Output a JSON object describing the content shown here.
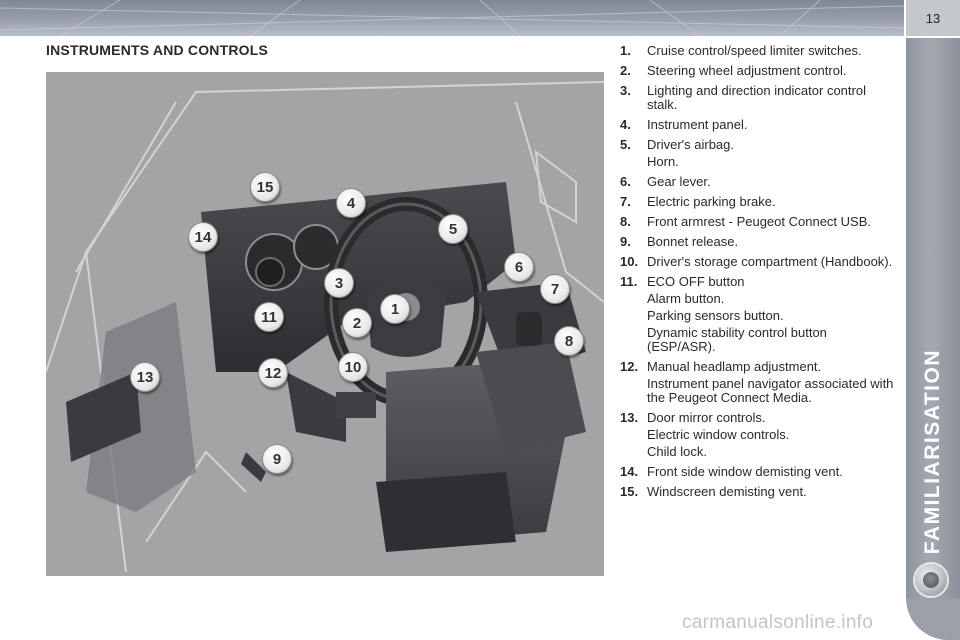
{
  "header": {
    "page_number": "13"
  },
  "sidebar": {
    "section_title": "FAMILIARISATION"
  },
  "main": {
    "title": "INSTRUMENTS AND CONTROLS"
  },
  "callouts": [
    "15",
    "4",
    "14",
    "5",
    "6",
    "3",
    "7",
    "1",
    "11",
    "2",
    "8",
    "10",
    "12",
    "13",
    "9"
  ],
  "legend": [
    {
      "num": "1.",
      "lines": [
        "Cruise control/speed limiter switches."
      ]
    },
    {
      "num": "2.",
      "lines": [
        "Steering wheel adjustment control."
      ]
    },
    {
      "num": "3.",
      "lines": [
        "Lighting and direction indicator control stalk."
      ]
    },
    {
      "num": "4.",
      "lines": [
        "Instrument panel."
      ]
    },
    {
      "num": "5.",
      "lines": [
        "Driver's airbag.",
        "Horn."
      ]
    },
    {
      "num": "6.",
      "lines": [
        "Gear lever."
      ]
    },
    {
      "num": "7.",
      "lines": [
        "Electric parking brake."
      ]
    },
    {
      "num": "8.",
      "lines": [
        "Front armrest - Peugeot Connect USB."
      ]
    },
    {
      "num": "9.",
      "lines": [
        "Bonnet release."
      ]
    },
    {
      "num": "10.",
      "lines": [
        "Driver's storage compartment (Handbook)."
      ]
    },
    {
      "num": "11.",
      "lines": [
        "ECO OFF button",
        "Alarm button.",
        "Parking sensors button.",
        "Dynamic stability control button (ESP/ASR)."
      ]
    },
    {
      "num": "12.",
      "lines": [
        "Manual headlamp adjustment.",
        "Instrument panel navigator associated with the Peugeot Connect Media."
      ]
    },
    {
      "num": "13.",
      "lines": [
        "Door mirror controls.",
        "Electric window controls.",
        "Child lock."
      ]
    },
    {
      "num": "14.",
      "lines": [
        "Front side window demisting vent."
      ]
    },
    {
      "num": "15.",
      "lines": [
        "Windscreen demisting vent."
      ]
    }
  ],
  "footer": {
    "watermark": "carmanualsonline.info"
  }
}
